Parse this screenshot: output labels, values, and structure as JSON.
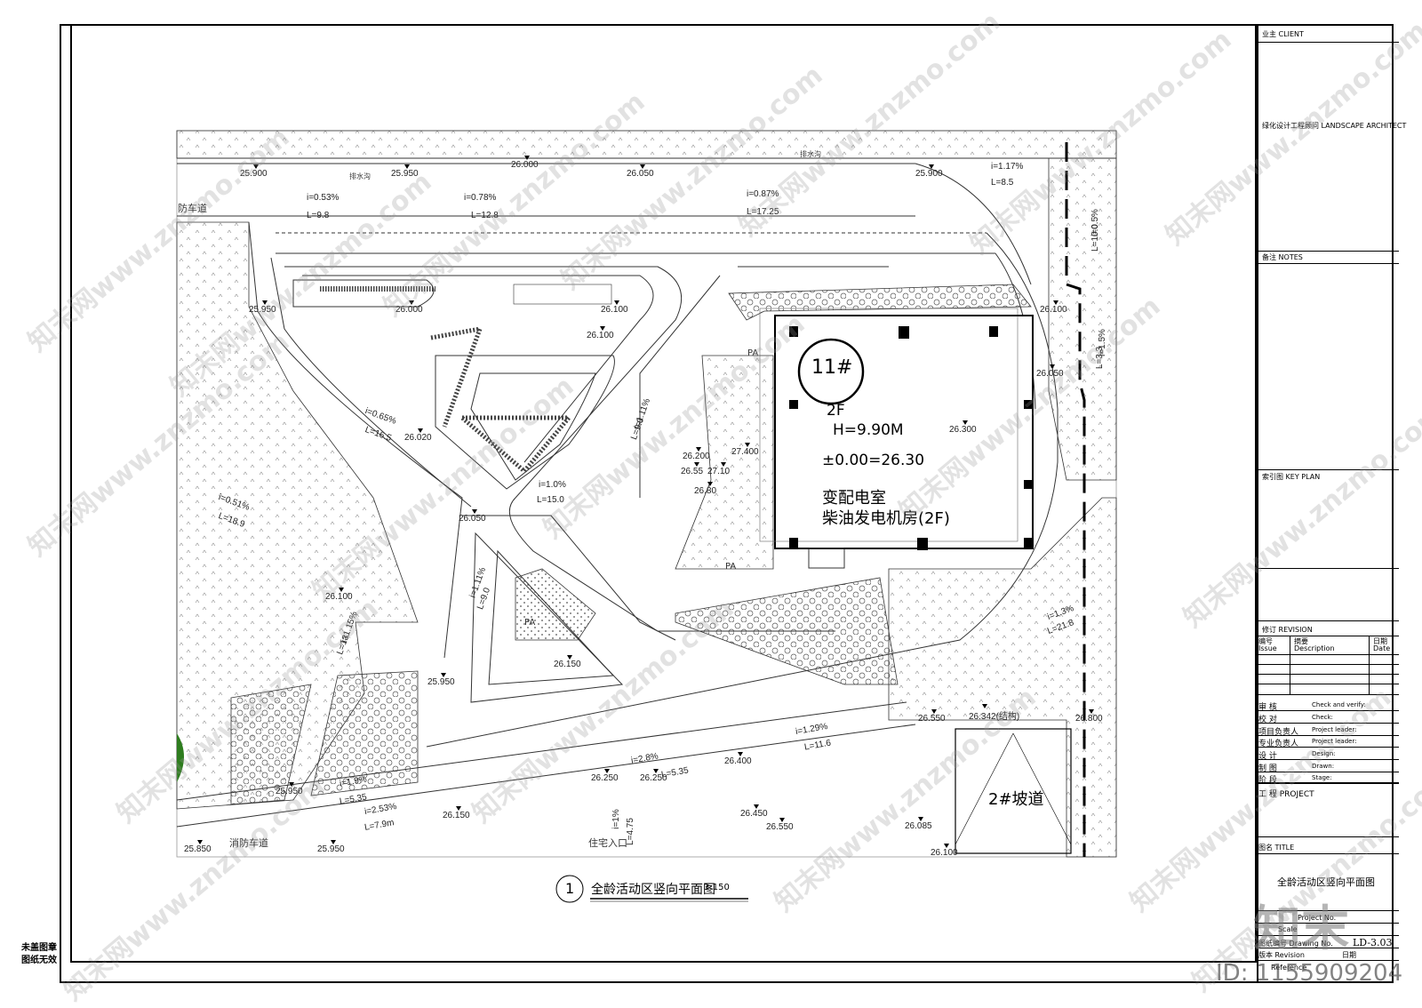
{
  "title_block": {
    "client": "业主  CLIENT",
    "landscape": "绿化设计工程顾问  LANDSCAPE ARCHITECT",
    "notes": "备注  NOTES",
    "key_plan": "索引图  KEY PLAN",
    "revision": "修订  REVISION",
    "rev_issue_cn": "编号",
    "rev_issue_en": "Issue",
    "rev_desc_cn": "摘要",
    "rev_desc_en": "Description",
    "rev_date_cn": "日期",
    "rev_date_en": "Date",
    "sign_rows": [
      {
        "cn": "审    核",
        "en": "Check and verify:"
      },
      {
        "cn": "校    对",
        "en": "Check:"
      },
      {
        "cn": "项目负责人",
        "en": "Project leader:"
      },
      {
        "cn": "专业负责人",
        "en": "Project leader:"
      },
      {
        "cn": "设    计",
        "en": "Design:"
      },
      {
        "cn": "制    图",
        "en": "Drawn:"
      },
      {
        "cn": "阶    段",
        "en": "Stage:"
      }
    ],
    "project": "工    程  PROJECT",
    "title_label": "图名  TITLE",
    "drawing_title": "全龄活动区竖向平面图",
    "project_no": "Project No.",
    "scale": "Scale",
    "drawing_no_label": "图纸编号  Drawing No.",
    "drawing_no": "LD-3.03",
    "version": "版本  Revision",
    "reference": "Reference",
    "date_label": "日期"
  },
  "stamp_note": [
    "未盖图章",
    "图纸无效"
  ],
  "drawing": {
    "caption_num": "1",
    "caption": "全龄活动区竖向平面图",
    "caption_scale": "1:150",
    "building_no": "11#",
    "floors": "2F",
    "height": "H=9.90M",
    "datum": "±0.00=26.30",
    "use_1": "变配电室",
    "use_2": "柴油发电机房(2F)",
    "ramp": "2#坡道",
    "fire_lane_top": "防车道",
    "fire_lane_bottom": "消防车道",
    "drain": "排水沟",
    "entrance": "住宅入口",
    "pa": "PA",
    "elevations": [
      "25.900",
      "25.950",
      "26.050",
      "25.900",
      "26.000",
      "25.950",
      "26.000",
      "26.100",
      "26.100",
      "26.020",
      "26.050",
      "26.100",
      "26.200",
      "27.400",
      "26.55",
      "27.10",
      "26.80",
      "26.300",
      "26.050",
      "26.150",
      "25.950",
      "26.550",
      "26.342(结构)",
      "26.800",
      "26.400",
      "26.250",
      "26.250",
      "26.150",
      "25.850",
      "25.950",
      "26.450",
      "26.550",
      "26.100",
      "26.085",
      "25.950",
      "26.100"
    ],
    "grades": [
      "i=0.53%",
      "L=9.8",
      "i=0.78%",
      "L=12.8",
      "i=0.87%",
      "L=17.25",
      "i=1.17%",
      "L=8.5",
      "i=0.65%",
      "L=16.5",
      "i=0.51%",
      "L=18.9",
      "i=1.15%",
      "L=13",
      "i=1.11%",
      "L=9.0",
      "i=1.0%",
      "L=15.0",
      "i=1.11%",
      "L=9.0",
      "i=1.29%",
      "L=11.6",
      "i=2.8%",
      "L=5.35",
      "i=1.9%",
      "L=5.35",
      "i=2.53%",
      "L=7.9m",
      "i=1.3%",
      "L=21.8",
      "i=1.5%",
      "L=3.3",
      "i=0.5%",
      "L=10.0",
      "i=1%",
      "L=4.75"
    ]
  },
  "brand": {
    "logo": "知末",
    "id": "ID: 1155909204",
    "watermark": "知末网www.znzmo.com"
  }
}
